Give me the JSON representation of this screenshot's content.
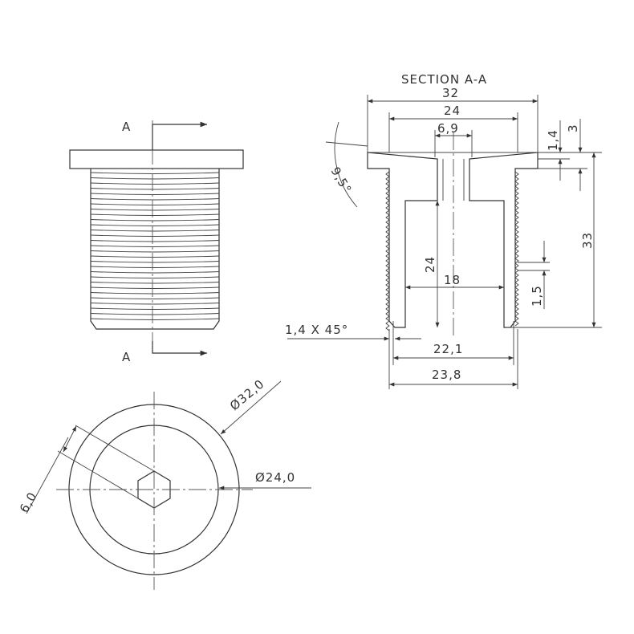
{
  "title": "SECTION A-A",
  "section_marks": {
    "top": "A",
    "bottom": "A"
  },
  "section_dims": {
    "overall_diameter": "32",
    "seat_diameter": "24",
    "hex_hole": "6,9",
    "height": "33",
    "flange_depth": "1,4",
    "flange_thickness": "3",
    "bore_depth": "24",
    "bore_diameter": "18",
    "thread_pitch": "1,5",
    "chamfer": "1,4 X 45°",
    "minor_diameter": "22,1",
    "major_diameter": "23,8",
    "angle": "9,5°"
  },
  "end_view_dims": {
    "outer_diameter": "Ø32,0",
    "inner_diameter": "Ø24,0",
    "hex_size": "6,0"
  }
}
